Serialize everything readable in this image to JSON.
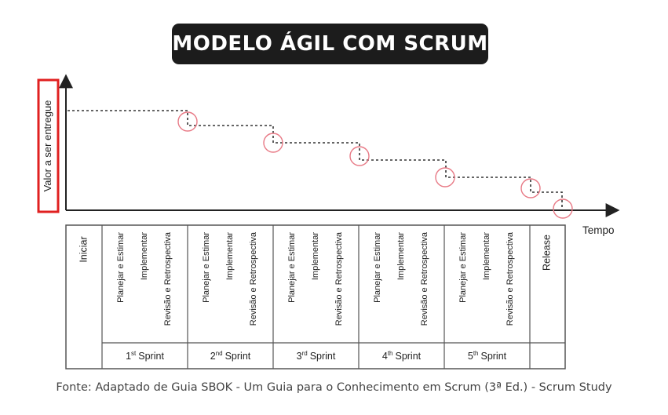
{
  "title": "MODELO ÁGIL COM SCRUM",
  "y_axis_label": "Valor a ser entregue",
  "x_axis_label": "Tempo",
  "start_label": "Iniciar",
  "release_label": "Release",
  "sprint_activities": [
    "Planejar e Estimar",
    "Implementar",
    "Revisão e Retrospectiva"
  ],
  "sprints": [
    {
      "num": "1",
      "sup": "st",
      "word": "Sprint"
    },
    {
      "num": "2",
      "sup": "nd",
      "word": "Sprint"
    },
    {
      "num": "3",
      "sup": "rd",
      "word": "Sprint"
    },
    {
      "num": "4",
      "sup": "th",
      "word": "Sprint"
    },
    {
      "num": "5",
      "sup": "th",
      "word": "Sprint"
    }
  ],
  "caption": "Fonte: Adaptado de Guia SBOK - Um Guia para o Conhecimento em Scrum (3ª Ed.) - Scrum Study",
  "colors": {
    "title_bg": "#1c1c1c",
    "highlight_red": "#e02020",
    "circle_pink": "#e87a86",
    "line": "#333333",
    "table_border": "#555555"
  }
}
